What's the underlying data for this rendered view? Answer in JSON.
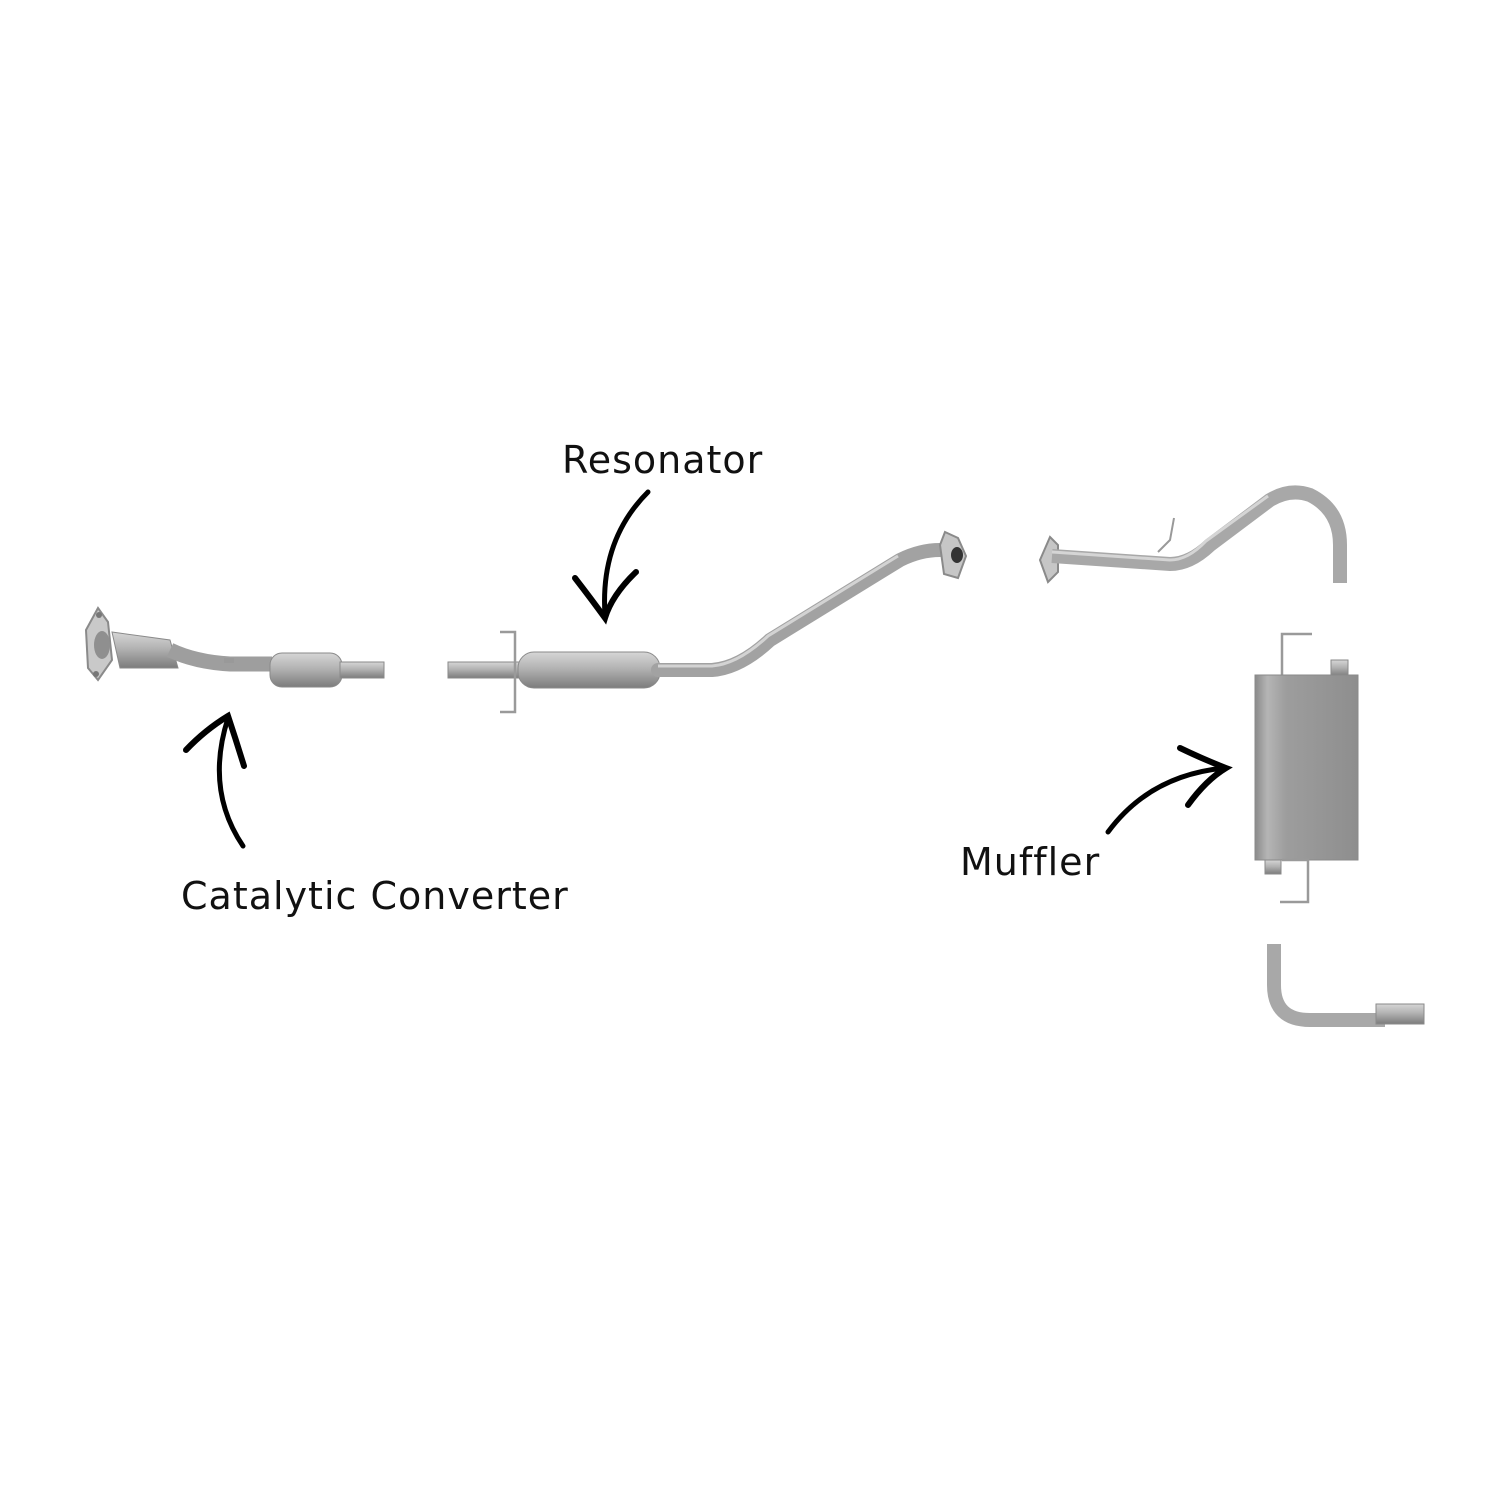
{
  "diagram": {
    "labels": {
      "resonator": "Resonator",
      "catalytic_converter": "Catalytic Converter",
      "muffler": "Muffler"
    },
    "colors": {
      "pipe": "#a9a9a9",
      "pipe_dark": "#7f7f7f",
      "muffler_body": "#9a9a9a",
      "arrow": "#000000",
      "text": "#111111"
    }
  }
}
